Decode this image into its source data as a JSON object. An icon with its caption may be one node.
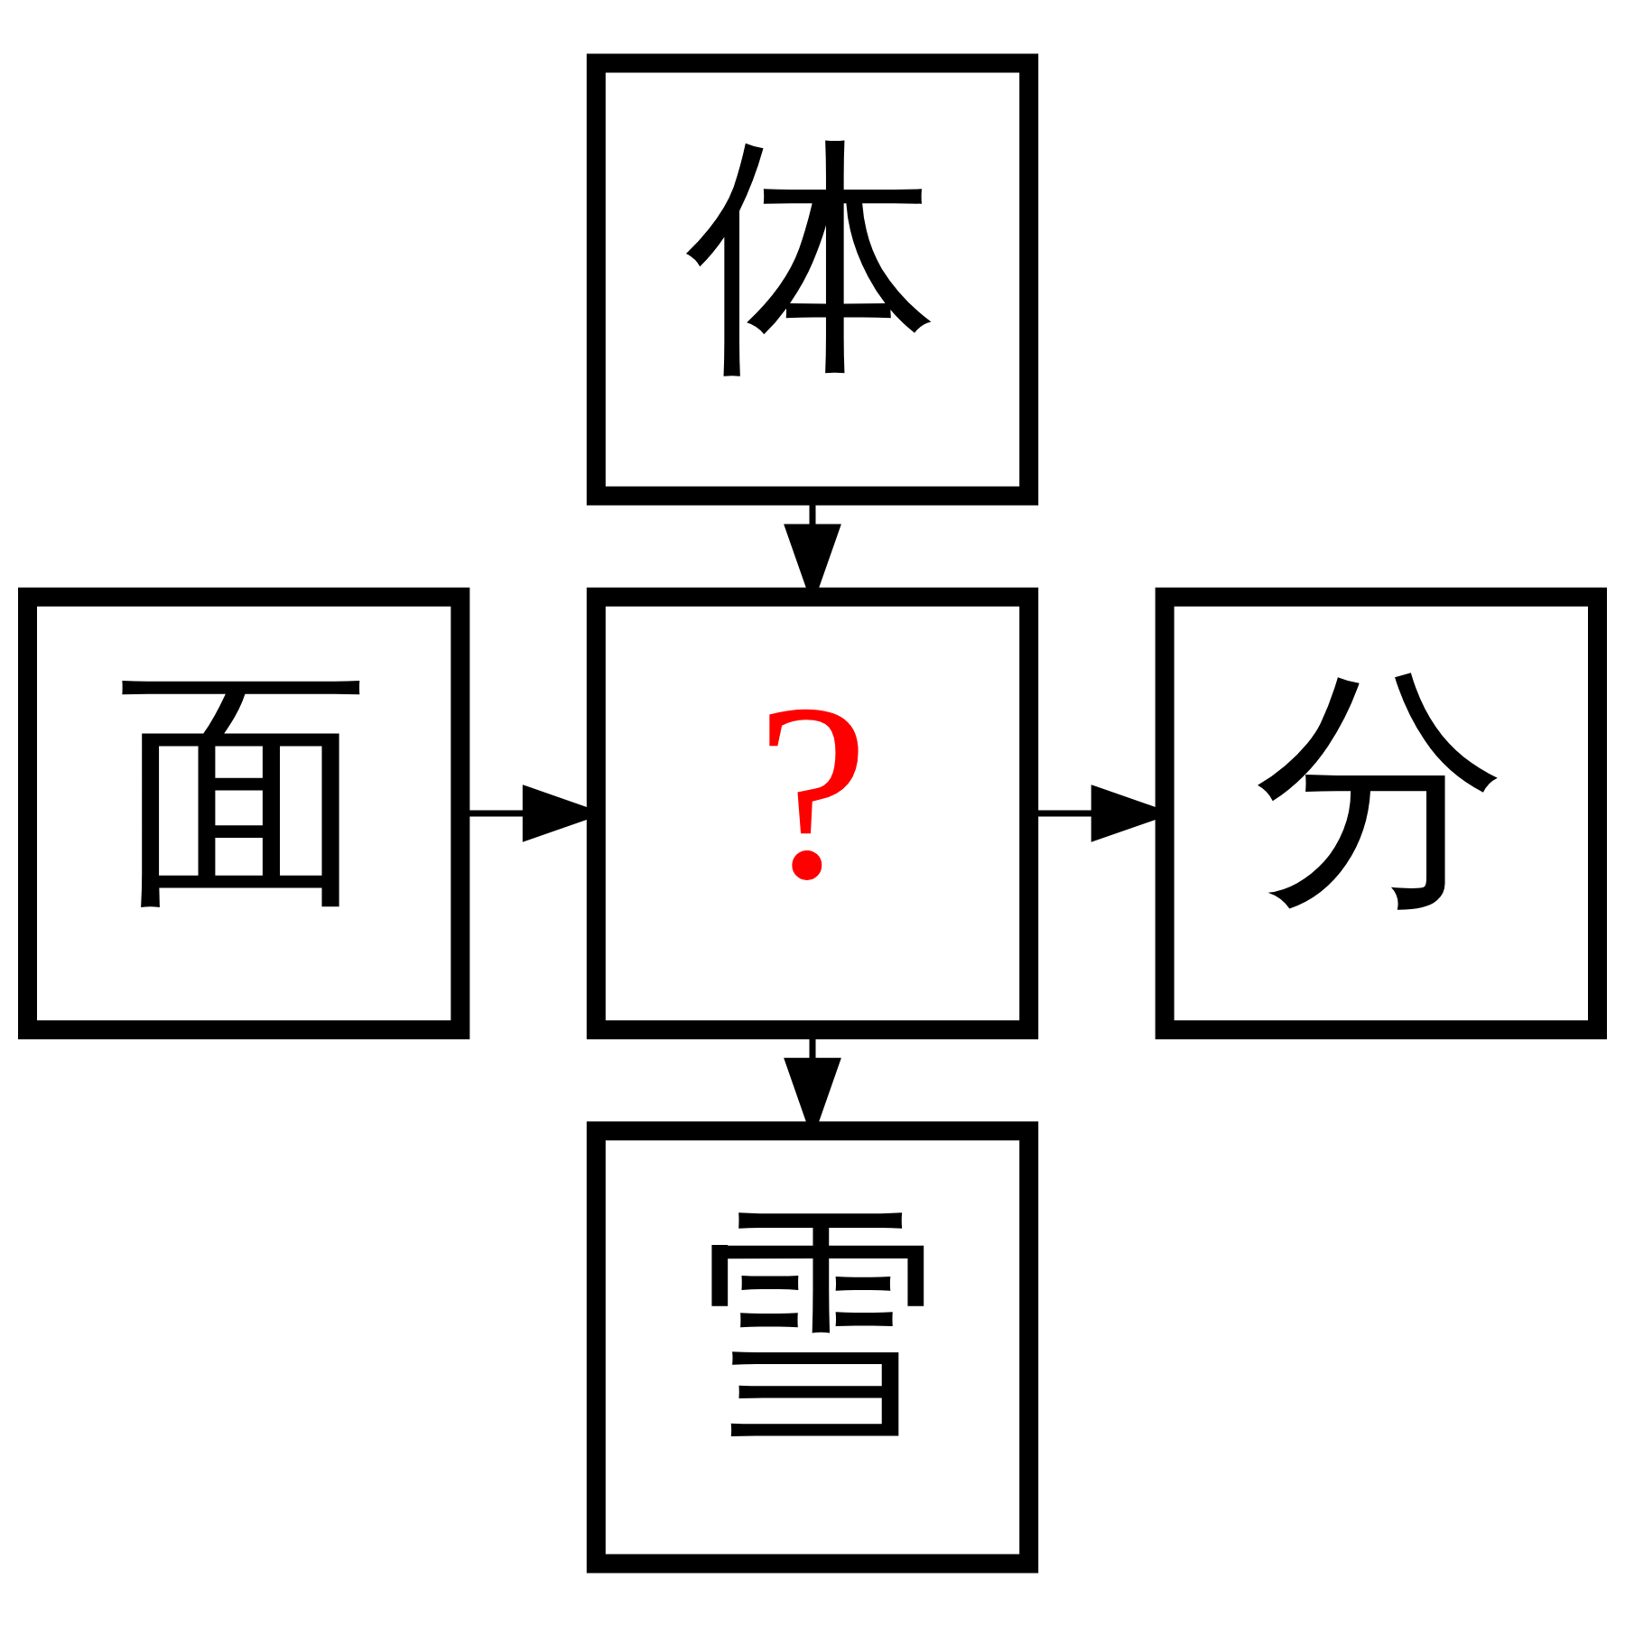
{
  "diagram": {
    "nodes": [
      {
        "text": [
          "体"
        ]
      },
      {
        "text": [
          "面"
        ]
      },
      {
        "text": [
          "?"
        ]
      },
      {
        "text": [
          "分"
        ]
      },
      {
        "text": [
          "雪"
        ]
      }
    ],
    "edges": [
      {
        "from": 0,
        "to": 2,
        "arrow": "to"
      },
      {
        "from": 1,
        "to": 2,
        "arrow": "to"
      },
      {
        "from": 2,
        "to": 3,
        "arrow": "to"
      },
      {
        "from": 2,
        "to": 4,
        "arrow": "to"
      }
    ]
  }
}
